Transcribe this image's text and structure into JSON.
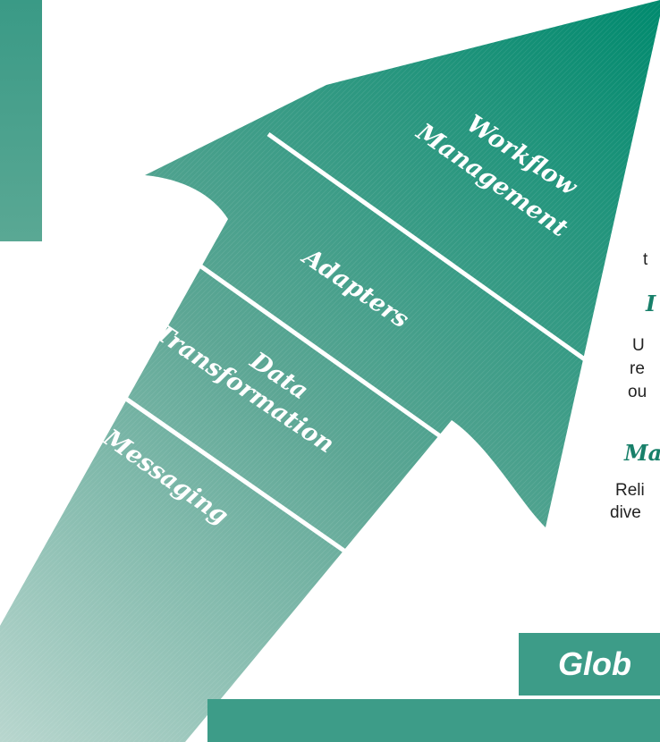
{
  "stages": [
    {
      "id": "workflow",
      "line1": "Workflow",
      "line2": "Management"
    },
    {
      "id": "adapters",
      "line1": "Adapters"
    },
    {
      "id": "data",
      "line1": "Data",
      "line2": "Transformation"
    },
    {
      "id": "messaging",
      "line1": "Messaging"
    }
  ],
  "side_texts": [
    {
      "text": "t"
    },
    {
      "heading": "I"
    },
    {
      "text": "U"
    },
    {
      "text": "re"
    },
    {
      "text": "ou"
    },
    {
      "heading": "Ma"
    },
    {
      "text": "Reli"
    },
    {
      "text": "dive"
    }
  ],
  "bottom_box_text": "Glob",
  "colors": {
    "arrow_dark": "#008a6e",
    "arrow_light": "#b6d4cc",
    "accent_text": "#18806a"
  }
}
